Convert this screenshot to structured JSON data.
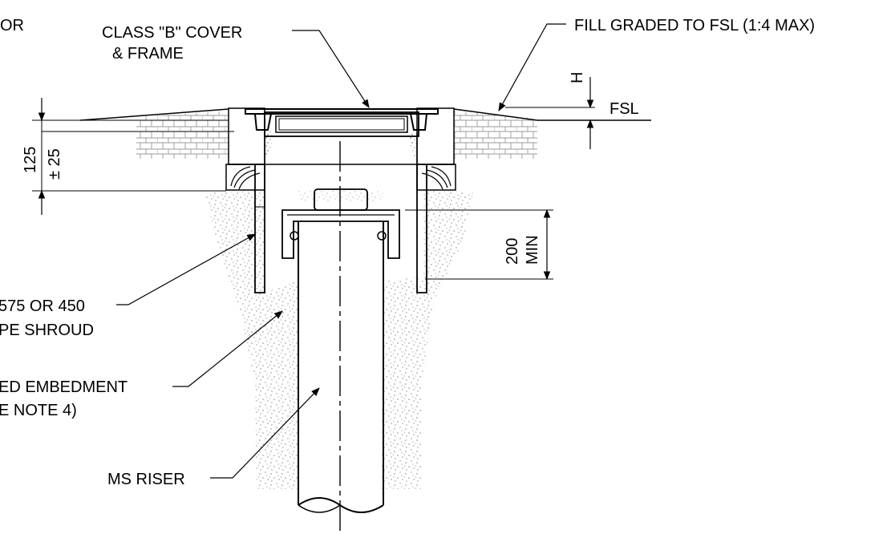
{
  "labels": {
    "top_left_partial": "OR",
    "cover_line1": "CLASS \"B\" COVER",
    "cover_line2": "& FRAME",
    "fill_graded": "FILL GRADED TO FSL (1:4 MAX)",
    "h_dim": "H",
    "fsl": "FSL",
    "dim_125": "125",
    "dim_tol": "± 25",
    "dim_200": "200",
    "dim_min": "MIN",
    "shroud_line1": "575 OR 450",
    "shroud_line2": "PE SHROUD",
    "embed_line1": "ED EMBEDMENT",
    "embed_line2": "E NOTE 4)",
    "riser": "MS RISER"
  },
  "colors": {
    "ink": "#000000",
    "stipple": "#8c8c8c",
    "background": "#ffffff"
  }
}
